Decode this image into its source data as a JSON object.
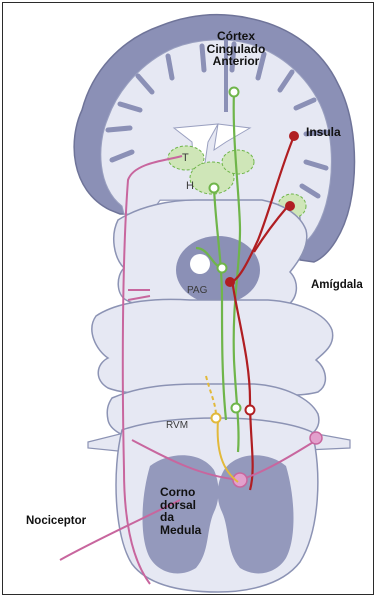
{
  "labels": {
    "cortex": [
      "Córtex",
      "Cingulado",
      "Anterior"
    ],
    "insula": "Insula",
    "amygdala": "Amígdala",
    "nociceptor": "Nociceptor",
    "dorsal_horn": [
      "Corno",
      "dorsal",
      "da",
      "Medula"
    ],
    "thalamus": "T",
    "hypothalamus": "H",
    "pag": "PAG",
    "rvm": "RVM"
  },
  "colors": {
    "tissue": "#e6e8f3",
    "tissue_outline": "#8c93b4",
    "cortex_band": "#8b90b6",
    "green_pathway": "#6fb54a",
    "red_pathway": "#b01e22",
    "pink_pathway": "#c8669e",
    "yellow_pathway": "#e2b93b",
    "green_region": "#cfe6b8"
  }
}
